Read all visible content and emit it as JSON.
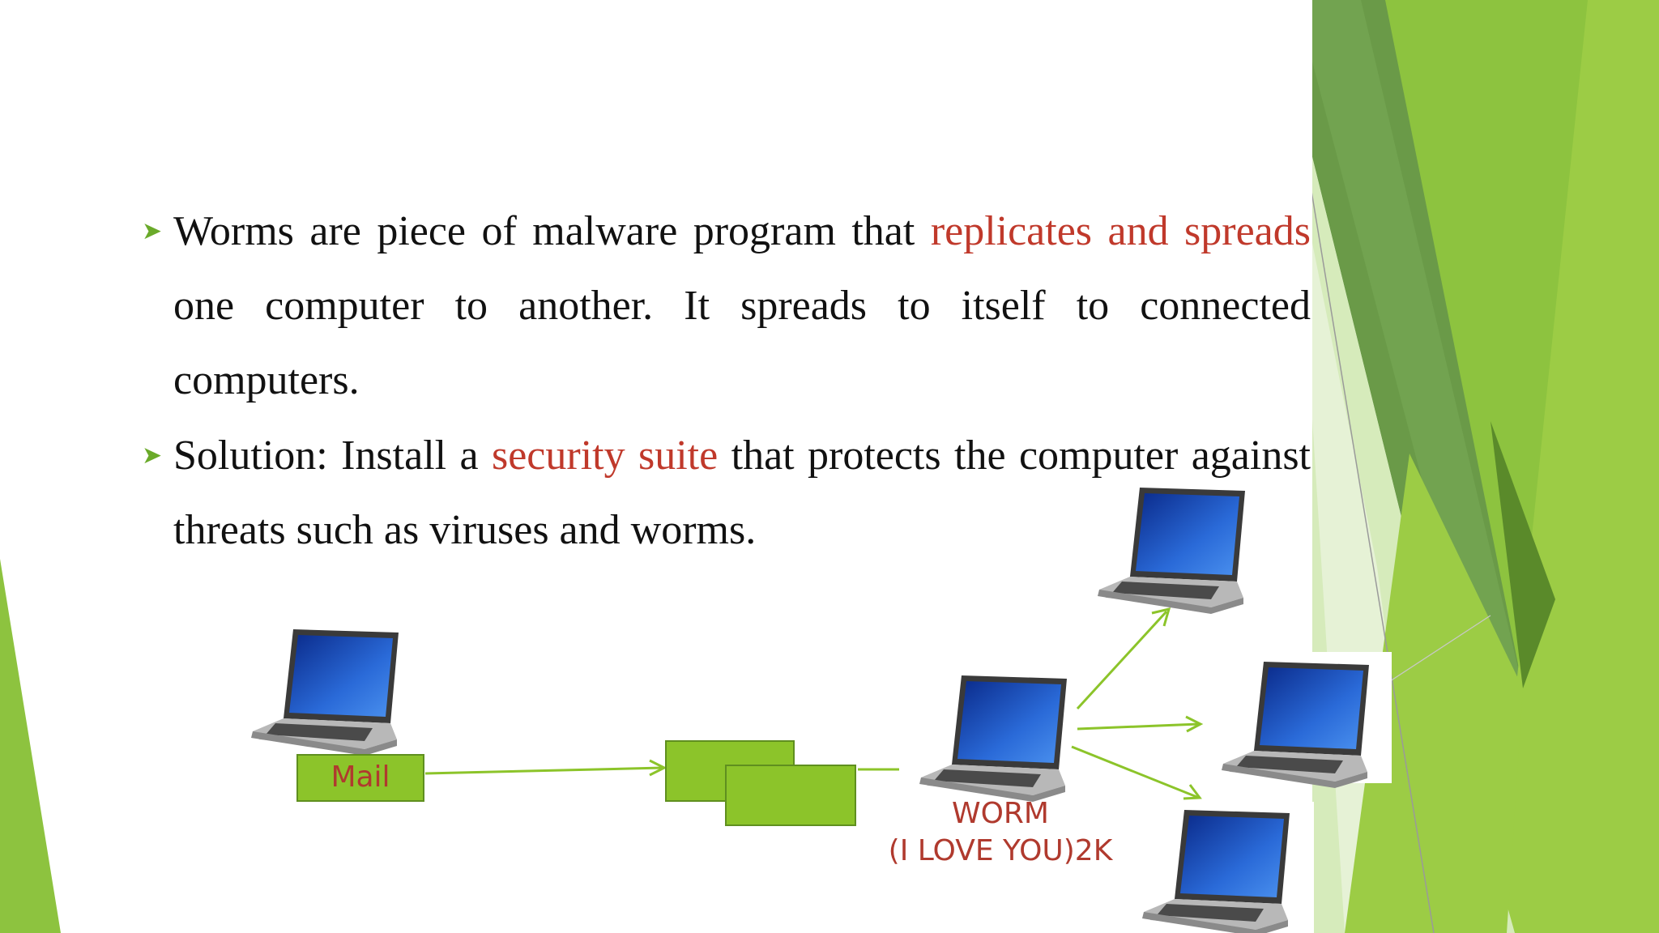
{
  "slide": {
    "bullets": [
      {
        "before": "Worms are piece of malware program that ",
        "highlight": "replicates and spreads",
        "after": " one computer to another. It spreads to itself to connected computers."
      },
      {
        "before": "Solution: Install a ",
        "highlight": "security suite",
        "after": " that protects the computer against threats such as viruses and worms."
      }
    ]
  },
  "diagram": {
    "mail_label": "Mail",
    "worm_label_line1": "WORM",
    "worm_label_line2": "(I LOVE YOU)2K",
    "laptop_icon": "laptop-icon",
    "arrow_icon": "arrow-icon"
  },
  "colors": {
    "accent_green": "#8cc42a",
    "dark_green": "#5f8f1f",
    "highlight_red": "#c0392b",
    "label_red": "#b03a2e"
  }
}
